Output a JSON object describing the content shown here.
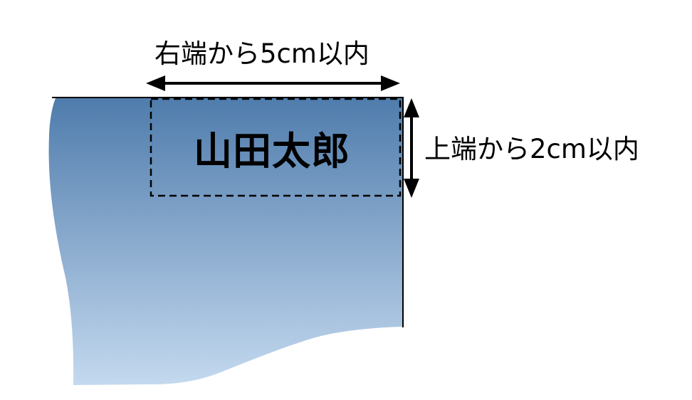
{
  "labels": {
    "horizontal": "右端から5cm以内",
    "vertical": "上端から2cm以内"
  },
  "name_text": "山田太郎",
  "colors": {
    "paper_top": "#4f7cac",
    "paper_bottom": "#c4d9ef",
    "outline": "#000000",
    "arrow": "#000000"
  }
}
